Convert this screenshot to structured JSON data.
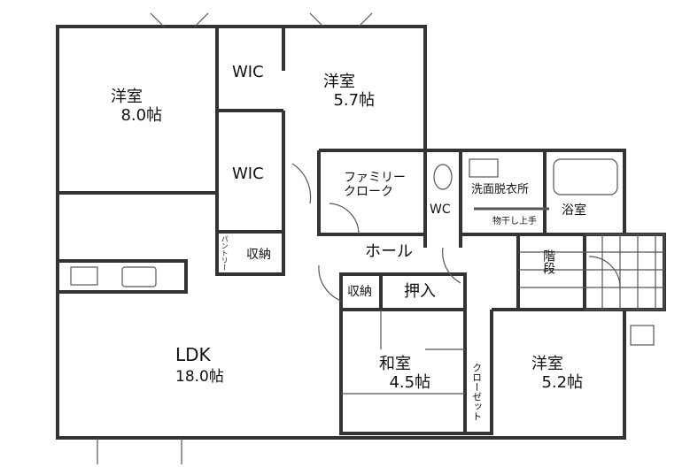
{
  "rooms": {
    "bedroom_west": {
      "name": "洋室",
      "size": "8.0帖"
    },
    "wic_upper": {
      "name": "WIC"
    },
    "wic_lower": {
      "name": "WIC"
    },
    "bedroom_north": {
      "name": "洋室",
      "size": "5.7帖"
    },
    "family_cloak": {
      "name_line1": "ファミリー",
      "name_line2": "クローク"
    },
    "wc": {
      "name": "WC"
    },
    "washroom": {
      "name": "洗面脱衣所",
      "fixture": "物干し上手"
    },
    "bath": {
      "name": "浴室"
    },
    "stairs": {
      "name": "階段"
    },
    "pantry": {
      "name": "パントリー"
    },
    "storage_ldk": {
      "name": "収納"
    },
    "hall": {
      "name": "ホール"
    },
    "storage_hall": {
      "name": "収納"
    },
    "oshiire": {
      "name": "押入"
    },
    "ldk": {
      "name": "LDK",
      "size": "18.0帖"
    },
    "washitsu": {
      "name": "和室",
      "size": "4.5帖"
    },
    "closet": {
      "name": "クローゼット"
    },
    "bedroom_east": {
      "name": "洋室",
      "size": "5.2帖"
    }
  }
}
